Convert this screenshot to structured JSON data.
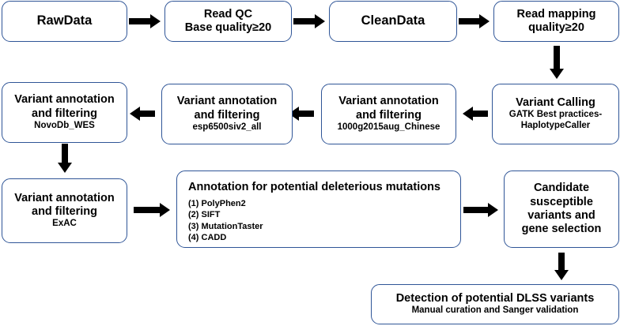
{
  "flowchart": {
    "raw_data": {
      "label": "RawData"
    },
    "read_qc": {
      "line1": "Read QC",
      "line2": "Base quality≥20"
    },
    "clean_data": {
      "label": "CleanData"
    },
    "read_mapping": {
      "line1": "Read mapping",
      "line2": "quality≥20"
    },
    "variant_calling": {
      "line1": "Variant Calling",
      "line2": "GATK Best practices-",
      "line3": "HaplotypeCaller"
    },
    "annot_1000g": {
      "line1": "Variant annotation",
      "line2": "and filtering",
      "line3": "1000g2015aug_Chinese"
    },
    "annot_esp": {
      "line1": "Variant annotation",
      "line2": "and filtering",
      "line3": "esp6500siv2_all"
    },
    "annot_novodb": {
      "line1": "Variant annotation",
      "line2": "and filtering",
      "line3": "NovoDb_WES"
    },
    "annot_exac": {
      "line1": "Variant annotation",
      "line2": "and filtering",
      "line3": "ExAC"
    },
    "deleterious": {
      "title": "Annotation for potential deleterious mutations",
      "items": [
        "(1) PolyPhen2",
        "(2) SIFT",
        "(3) MutationTaster",
        "(4) CADD"
      ]
    },
    "candidate": {
      "line1": "Candidate",
      "line2": "susceptible",
      "line3": "variants and",
      "line4": "gene selection"
    },
    "detection": {
      "line1": "Detection of potential DLSS variants",
      "line2": "Manual curation and Sanger validation"
    }
  },
  "colors": {
    "box_border": "#2f5597",
    "arrow": "#000000",
    "text": "#000000"
  }
}
